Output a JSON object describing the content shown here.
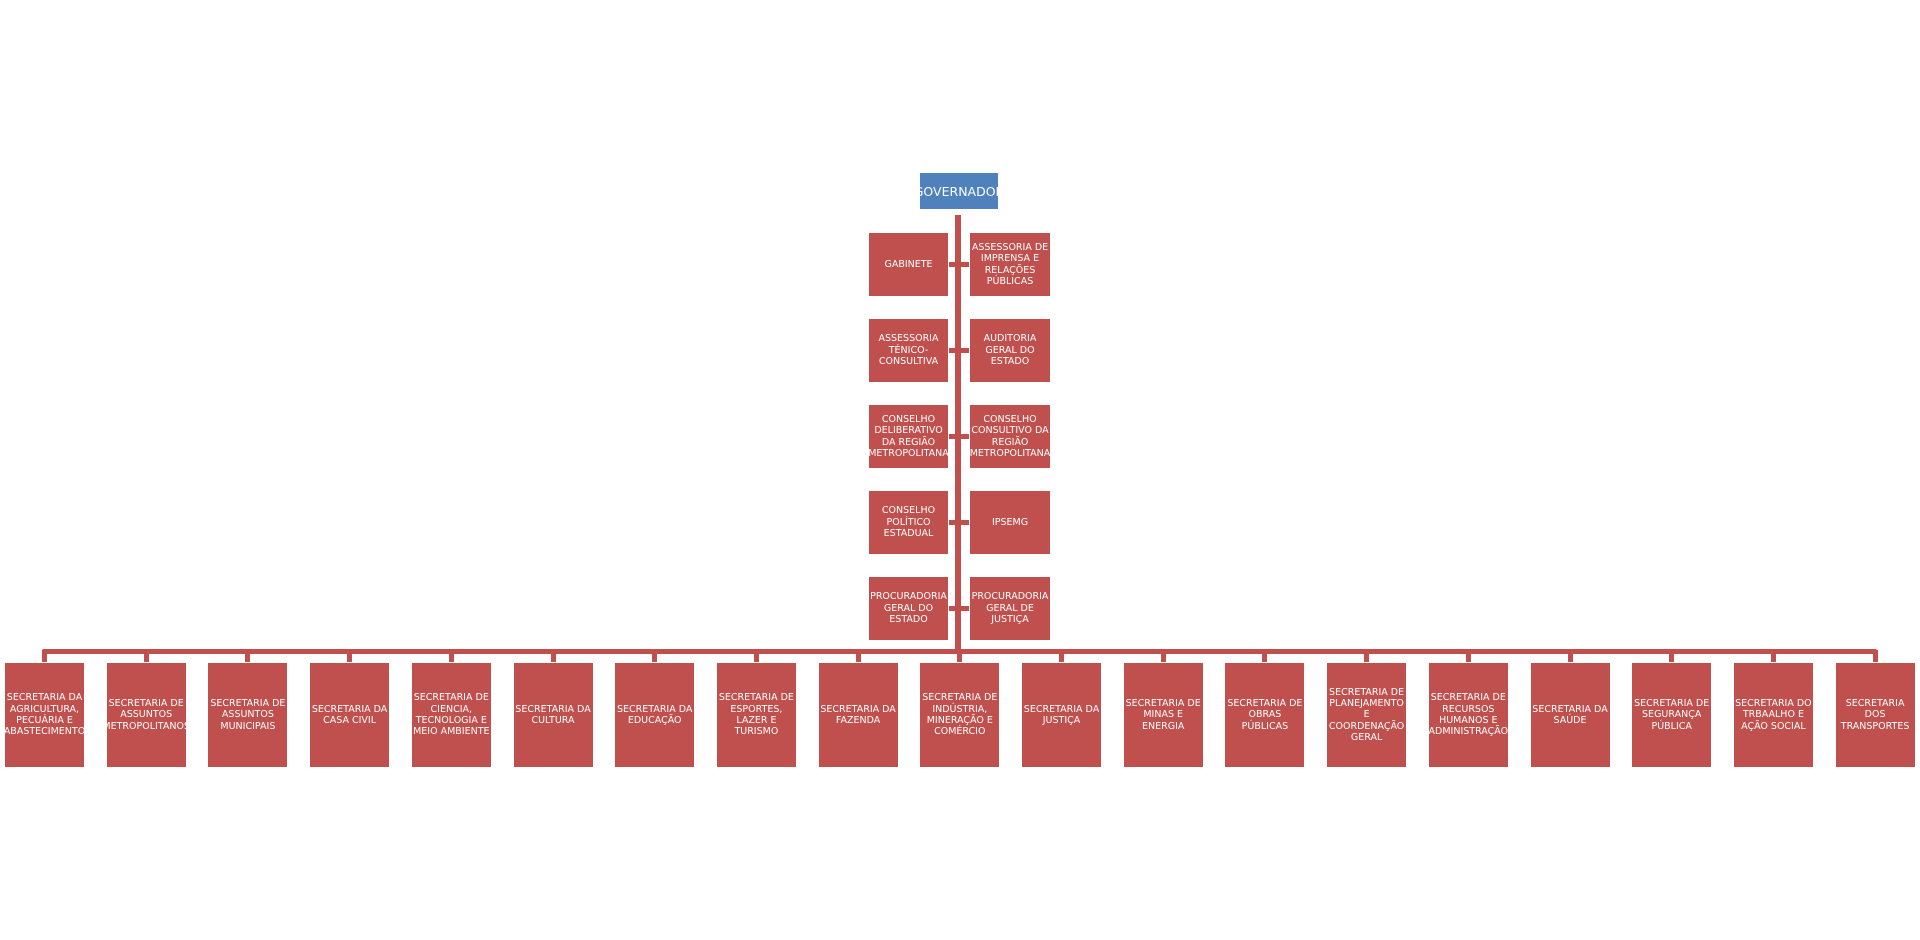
{
  "root": "GOVERNADOR",
  "left": [
    "GABINETE",
    "ASSESSORIA TÉNICO-CONSULTIVA",
    "CONSELHO DELIBERATIVO DA REGIÃO METROPOLITANA",
    "CONSELHO POLÍTICO ESTADUAL",
    "PROCURADORIA GERAL DO ESTADO"
  ],
  "right": [
    "ASSESSORIA DE IMPRENSA E RELAÇÕES PÚBLICAS",
    "AUDITORIA GERAL DO ESTADO",
    "CONSELHO CONSULTIVO DA REGIÃO METROPOLITANA",
    "IPSEMG",
    "PROCURADORIA GERAL DE JUSTIÇA"
  ],
  "bottom": [
    "SECRETARIA DA AGRICULTURA, PECUÁRIA E ABASTECIMENTO",
    "SECRETARIA DE ASSUNTOS METROPOLITANOS",
    "SECRETARIA DE ASSUNTOS MUNICIPAIS",
    "SECRETARIA DA CASA CIVIL",
    "SECRETARIA DE CIENCIA, TECNOLOGIA E MEIO AMBIENTE",
    "SECRETARIA DA CULTURA",
    "SECRETARIA DA EDUCAÇÃO",
    "SECRETARIA DE ESPORTES, LAZER E TURISMO",
    "SECRETARIA DA FAZENDA",
    "SECRETARIA DE INDÚSTRIA, MINERAÇÃO E COMÉRCIO",
    "SECRETARIA DA JUSTIÇA",
    "SECRETARIA DE MINAS E ENERGIA",
    "SECRETARIA DE OBRAS PÚBLICAS",
    "SECRETARIA DE PLANEJAMENTO E COORDENAÇÃO GERAL",
    "SECRETARIA DE RECURSOS HUMANOS E ADMINISTRAÇÃO",
    "SECRETARIA DA SAÚDE",
    "SECRETARIA DE SEGURANÇA PÚBLICA",
    "SECRETARIA DO TRBAALHO E AÇÃO SOCIAL",
    "SECRETARIA DOS TRANSPORTES"
  ],
  "colors": {
    "node": "#c0504d",
    "root": "#4f81bd"
  }
}
